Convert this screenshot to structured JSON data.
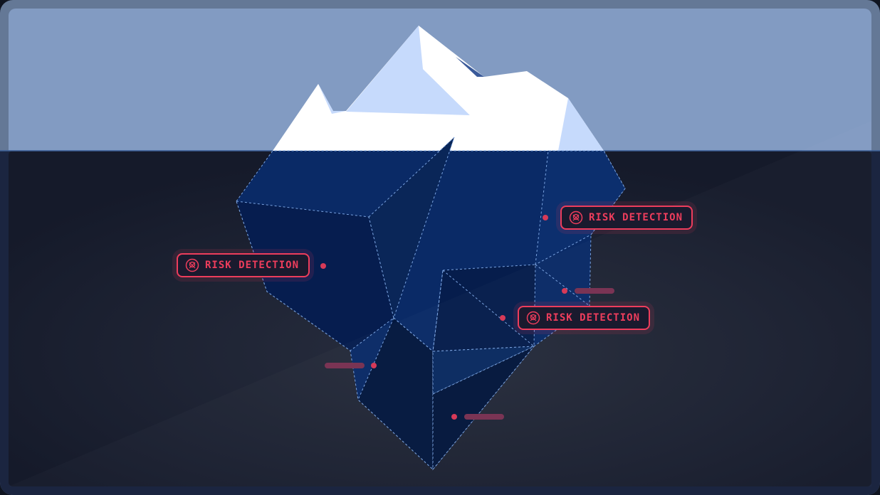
{
  "badges": [
    {
      "label": "RISK DETECTION",
      "icon": "skull-icon"
    },
    {
      "label": "RISK DETECTION",
      "icon": "skull-icon"
    },
    {
      "label": "RISK DETECTION",
      "icon": "skull-icon"
    }
  ],
  "colors": {
    "sky": "#829bc2",
    "water": "#1b2540",
    "ice_under": "#0a2a66",
    "alert": "#ee3d5c"
  }
}
